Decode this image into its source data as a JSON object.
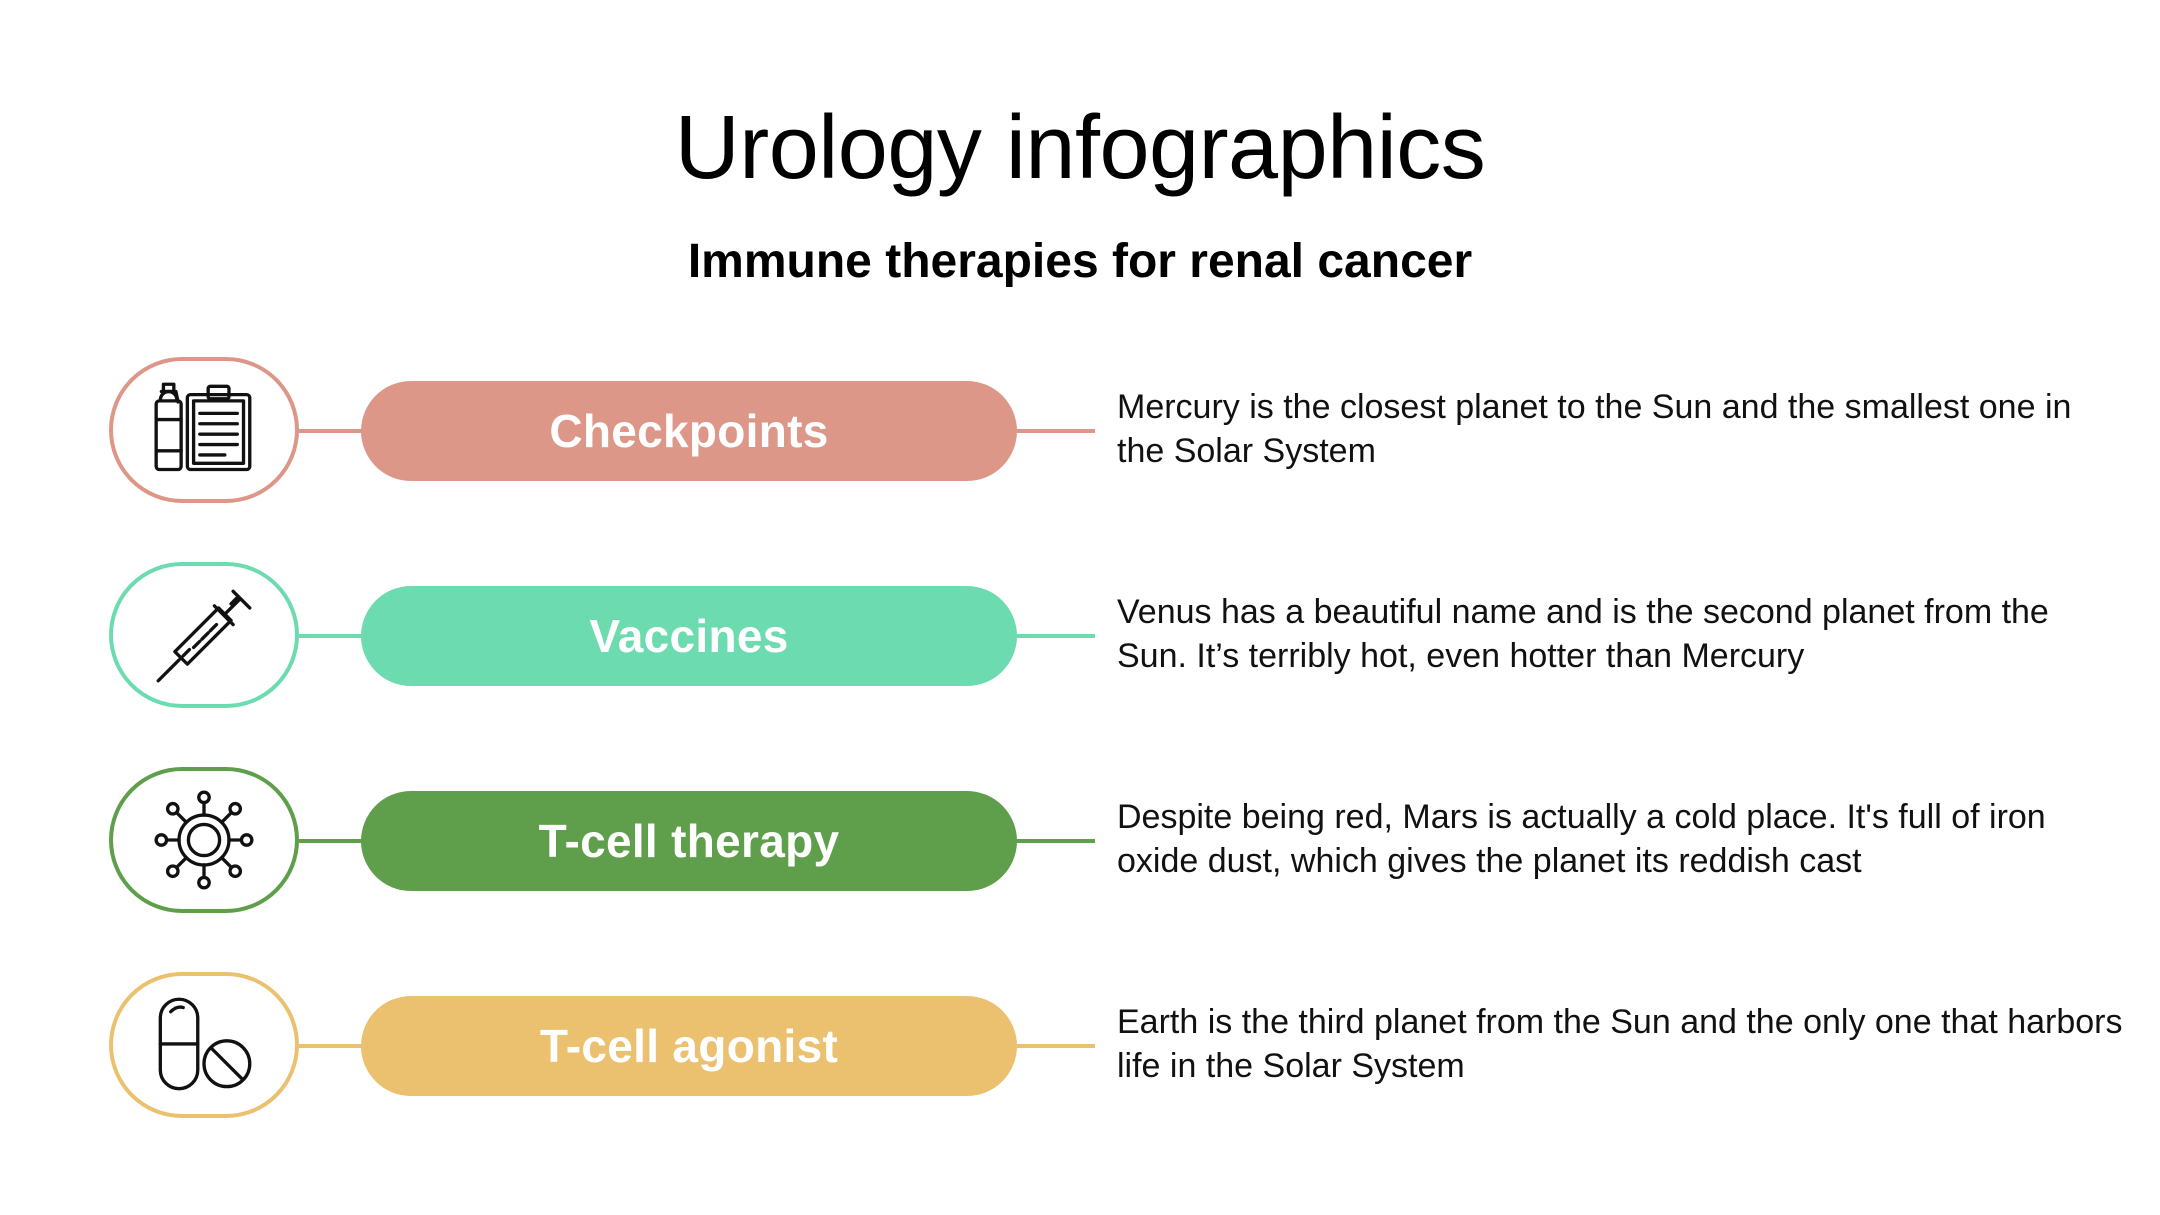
{
  "title": "Urology infographics",
  "subtitle": "Immune therapies for renal cancer",
  "items": [
    {
      "label": "Checkpoints",
      "description": "Mercury is the closest planet to the Sun and the smallest one in the Solar System",
      "color": "#dd9788",
      "icon": "bottle-clipboard-icon"
    },
    {
      "label": "Vaccines",
      "description": "Venus has a beautiful name and is the second planet from the Sun. It’s terribly hot, even hotter than Mercury",
      "color": "#6ddbb0",
      "icon": "syringe-icon"
    },
    {
      "label": "T-cell therapy",
      "description": "Despite being red, Mars is actually a cold place. It's full of iron oxide dust, which gives the planet its reddish cast",
      "color": "#5f9e4a",
      "icon": "virus-cell-icon"
    },
    {
      "label": "T-cell agonist",
      "description": "Earth is the third planet from the Sun and the only one that harbors life in the Solar System",
      "color": "#ebc170",
      "icon": "pill-tablet-icon"
    }
  ]
}
